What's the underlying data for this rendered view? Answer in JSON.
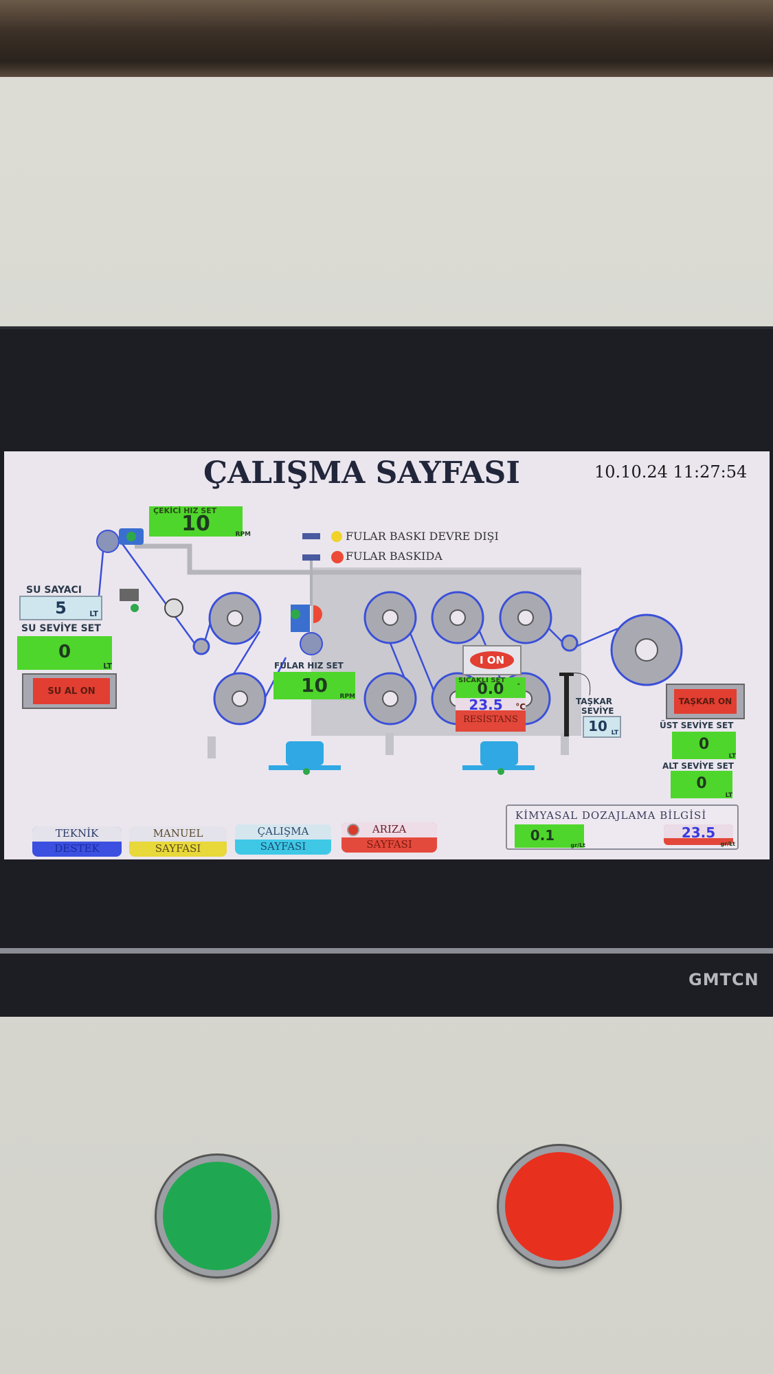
{
  "screen": {
    "title": "ÇALIŞMA SAYFASI",
    "datetime": "10.10.24 11:27:54",
    "cekici": {
      "label": "ÇEKİCİ HIZ SET",
      "value": "10",
      "unit": "RPM"
    },
    "legend": [
      {
        "label": "FULAR BASKI DEVRE DIŞI",
        "color": "#f0d22a"
      },
      {
        "label": "FULAR BASKIDA",
        "color": "#ec4a36"
      }
    ],
    "su_sayaci": {
      "label": "SU SAYACI",
      "value": "5",
      "unit": "LT"
    },
    "su_seviye_set": {
      "label": "SU SEVİYE SET",
      "value": "0",
      "unit": "LT"
    },
    "su_al_button": "SU AL  ON",
    "fular": {
      "label": "FULAR HIZ SET",
      "value": "10",
      "unit": "RPM"
    },
    "isitici_button": "I ON",
    "sicaklik": {
      "label": "SICAKLI SET",
      "set_value": "0.0",
      "set_unit": "°",
      "actual": "23.5",
      "actual_unit": "°C",
      "resistans": "RESİSTANS"
    },
    "taskar_seviye": {
      "label1": "TAŞKAR",
      "label2": "SEVİYE",
      "value": "10",
      "unit": "LT"
    },
    "taskar_button": "TAŞKAR ON",
    "ust_seviye_set": {
      "label": "ÜST SEVİYE SET",
      "value": "0",
      "unit": "LT"
    },
    "alt_seviye_set": {
      "label": "ALT SEVİYE SET",
      "value": "0",
      "unit": "LT"
    },
    "kimyasal": {
      "title": "KİMYASAL DOZAJLAMA BİLGİSİ",
      "value1": "0.1",
      "unit1": "gr/Lt",
      "value2": "23.5",
      "unit2": "gr/Lt"
    },
    "nav": [
      {
        "line1": "TEKNİK",
        "line2": "DESTEK",
        "color": "#3b4fe0"
      },
      {
        "line1": "MANUEL",
        "line2": "SAYFASI",
        "color": "#e8d83a"
      },
      {
        "line1": "ÇALIŞMA",
        "line2": "SAYFASI",
        "color": "#3ec8e6"
      },
      {
        "line1": "ARIZA",
        "line2": "SAYFASI",
        "color": "#e44a3c"
      }
    ]
  },
  "panel": {
    "brand": "GMTCN"
  }
}
